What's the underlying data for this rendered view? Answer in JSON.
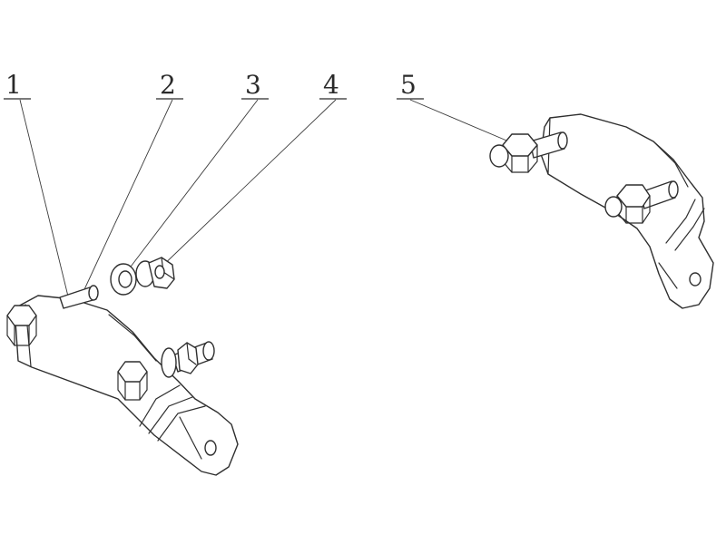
{
  "callouts": [
    {
      "id": "1",
      "label": "1"
    },
    {
      "id": "2",
      "label": "2"
    },
    {
      "id": "3",
      "label": "3"
    },
    {
      "id": "4",
      "label": "4"
    },
    {
      "id": "5",
      "label": "5"
    }
  ],
  "colors": {
    "line": "#2f2f2f",
    "background": "#ffffff"
  }
}
